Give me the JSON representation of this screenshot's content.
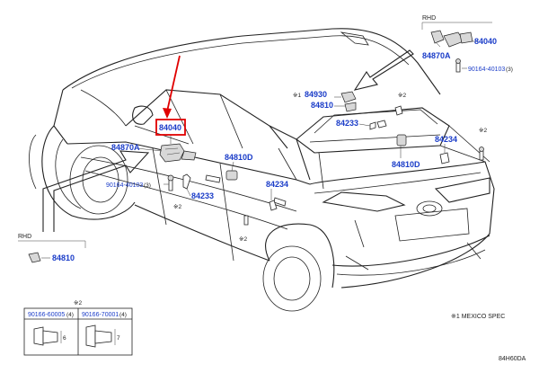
{
  "labels": {
    "rhd_top": "RHD",
    "rhd_bottom": "RHD",
    "note_mexico": "※1 MEXICO SPEC",
    "diagram_code": "84H60DA",
    "mark_2": "※2",
    "mark_1": "※1"
  },
  "parts": {
    "p84040_main": "84040",
    "p84040_rhd": "84040",
    "p84870A_main": "84870A",
    "p84870A_rhd": "84870A",
    "p90164_main": "90164-40103",
    "p90164_main_qty": "(3)",
    "p90164_rhd": "90164-40103",
    "p90164_rhd_qty": "(3)",
    "p84930": "84930",
    "p84810_top": "84810",
    "p84810_rhd": "84810",
    "p84233_left": "84233",
    "p84233_right": "84233",
    "p84234_left": "84234",
    "p84234_right": "84234",
    "p84810D_left": "84810D",
    "p84810D_right": "84810D"
  },
  "legend": {
    "title": "※2",
    "col1": "90166-60005",
    "col1_qty": "(4)",
    "col2": "90166-70001",
    "col2_qty": "(4)",
    "dim1": "6",
    "dim2": "7"
  },
  "colors": {
    "part_number": "#1a3cc8",
    "highlight": "#e00000",
    "line": "#222222"
  }
}
